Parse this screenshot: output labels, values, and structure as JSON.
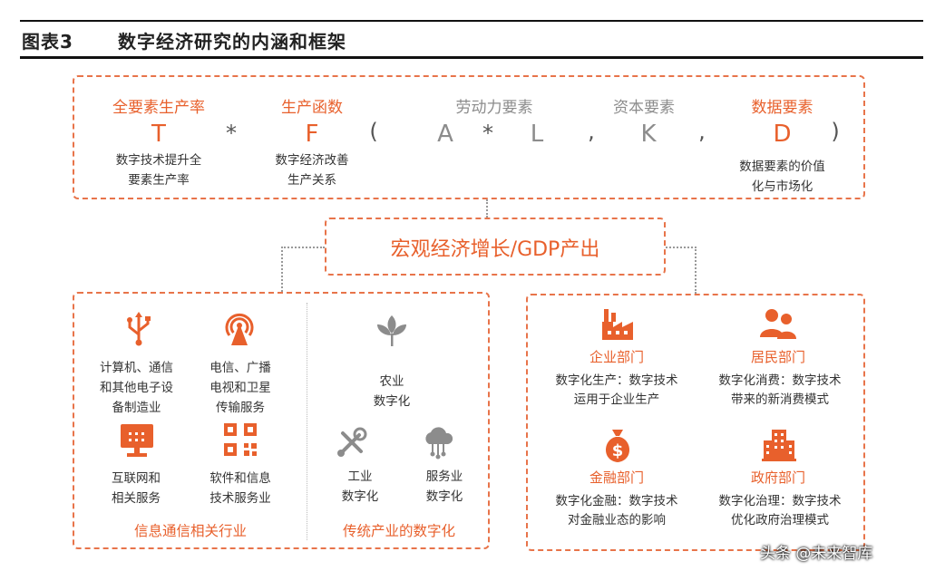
{
  "header": {
    "figure_label": "图表3",
    "title": "数字经济研究的内涵和框架"
  },
  "formula": {
    "tfp": {
      "title": "全要素生产率",
      "letter": "T",
      "note_line1": "数字技术提升全",
      "note_line2": "要素生产率"
    },
    "op1": "*",
    "func": {
      "title": "生产函数",
      "letter": "F",
      "note_line1": "数字经济改善",
      "note_line2": "生产关系"
    },
    "open_paren": "(",
    "labor": {
      "title": "劳动力要素",
      "letter": "A"
    },
    "op2": "*",
    "land": {
      "letter": "L"
    },
    "comma1": ",",
    "capital": {
      "title": "资本要素",
      "letter": "K"
    },
    "comma2": ",",
    "data": {
      "title": "数据要素",
      "letter": "D",
      "note_line1": "数据要素的价值",
      "note_line2": "化与市场化"
    },
    "close_paren": ")"
  },
  "macro": {
    "label": "宏观经济增长/GDP产出"
  },
  "industry": {
    "ict": {
      "group_label": "信息通信相关行业",
      "items": [
        {
          "icon": "usb-icon",
          "line1": "计算机、通信",
          "line2": "和其他电子设",
          "line3": "备制造业"
        },
        {
          "icon": "broadcast-icon",
          "line1": "电信、广播",
          "line2": "电视和卫星",
          "line3": "传输服务"
        },
        {
          "icon": "monitor-icon",
          "line1": "互联网和",
          "line2": "相关服务"
        },
        {
          "icon": "qr-code-icon",
          "line1": "软件和信息",
          "line2": "技术服务业"
        }
      ]
    },
    "traditional": {
      "group_label": "传统产业的数字化",
      "items": [
        {
          "icon": "plant-icon",
          "line1": "农业",
          "line2": "数字化"
        },
        {
          "icon": "tools-icon",
          "line1": "工业",
          "line2": "数字化"
        },
        {
          "icon": "cloud-icon",
          "line1": "服务业",
          "line2": "数字化"
        }
      ]
    }
  },
  "sectors": {
    "enterprise": {
      "icon": "factory-icon",
      "title": "企业部门",
      "line1": "数字化生产：数字技术",
      "line2": "运用于企业生产"
    },
    "household": {
      "icon": "people-icon",
      "title": "居民部门",
      "line1": "数字化消费：数字技术",
      "line2": "带来的新消费模式"
    },
    "finance": {
      "icon": "money-bag-icon",
      "title": "金融部门",
      "line1": "数字化金融：数字技术",
      "line2": "对金融业态的影响"
    },
    "government": {
      "icon": "building-icon",
      "title": "政府部门",
      "line1": "数字化治理：数字技术",
      "line2": "优化政府治理模式"
    }
  },
  "watermark": "头条 @未来智库",
  "colors": {
    "accent": "#e8602c",
    "border": "#e8744a",
    "gray": "#8c8c8c"
  }
}
